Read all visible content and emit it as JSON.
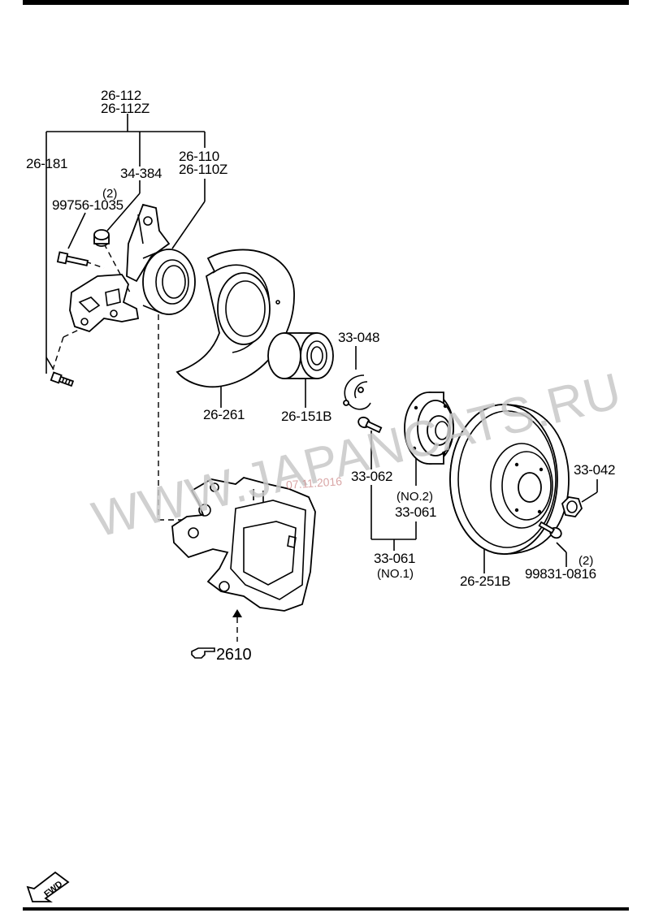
{
  "labels": {
    "l_26_112": "26-112",
    "l_26_112z": "26-112Z",
    "l_26_181": "26-181",
    "l_34_384": "34-384",
    "l_qty2_a": "(2)",
    "l_99756_1035": "99756-1035",
    "l_26_110": "26-110",
    "l_26_110z": "26-110Z",
    "l_26_261": "26-261",
    "l_26_151b": "26-151B",
    "l_33_048": "33-048",
    "l_33_062": "33-062",
    "l_no2": "(NO.2)",
    "l_33_061_a": "33-061",
    "l_33_061_b": "33-061",
    "l_no1": "(NO.1)",
    "l_33_042": "33-042",
    "l_qty2_b": "(2)",
    "l_99831_0816": "99831-0816",
    "l_26_251b": "26-251B",
    "l_ref_2610": "2610",
    "l_fwd": "FWD"
  },
  "watermark": {
    "text": "WWW.JAPANCATS.RU",
    "date_stamp": "07.11.2016"
  },
  "colors": {
    "line": "#000000",
    "watermark": "#c8c8c8"
  }
}
